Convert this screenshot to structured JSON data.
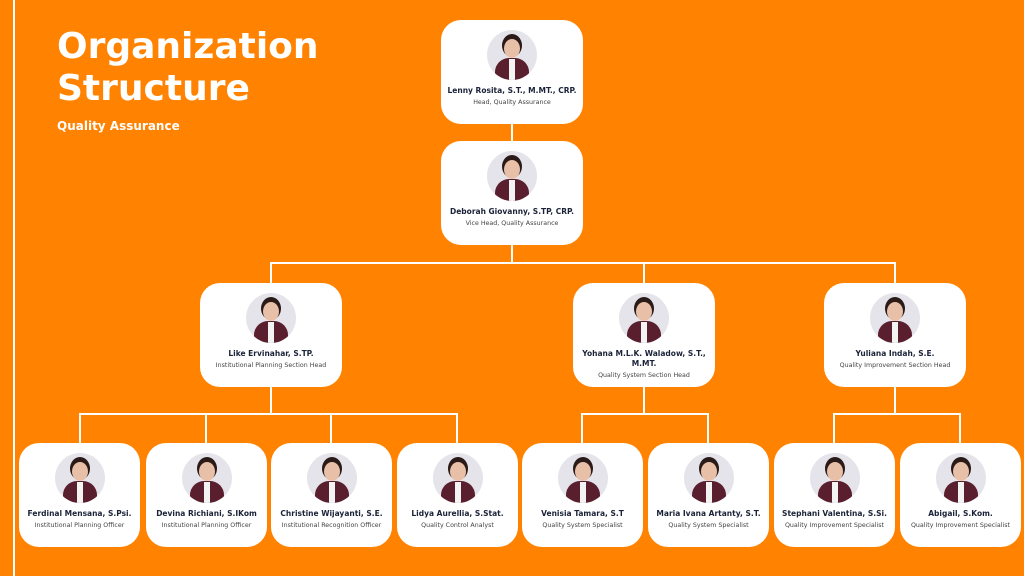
{
  "header": {
    "title_line1": "Organization",
    "title_line2": "Structure",
    "subtitle": "Quality Assurance"
  },
  "colors": {
    "background": "#ff8200",
    "card": "#ffffff",
    "name_text": "#1a2238"
  },
  "head": {
    "name": "Lenny Rosita, S.T., M.MT., CRP.",
    "role": "Head, Quality Assurance"
  },
  "vice": {
    "name": "Deborah Giovanny, S.TP, CRP.",
    "role": "Vice Head, Quality Assurance"
  },
  "section_heads": [
    {
      "name": "Like Ervinahar, S.TP.",
      "role": "Institutional Planning Section Head"
    },
    {
      "name": "Yohana M.L.K. Waladow, S.T., M.MT.",
      "role": "Quality System Section Head"
    },
    {
      "name": "Yuliana Indah, S.E.",
      "role": "Quality Improvement Section Head"
    }
  ],
  "staff": [
    {
      "name": "Ferdinal Mensana, S.Psi.",
      "role": "Institutional Planning Officer"
    },
    {
      "name": "Devina Richiani, S.IKom",
      "role": "Institutional Planning Officer"
    },
    {
      "name": "Christine Wijayanti, S.E.",
      "role": "Institutional Recognition Officer"
    },
    {
      "name": "Lidya Aurellia, S.Stat.",
      "role": "Quality Control Analyst"
    },
    {
      "name": "Venisia Tamara, S.T",
      "role": "Quality System Specialist"
    },
    {
      "name": "Maria Ivana Artanty, S.T.",
      "role": "Quality System Specialist"
    },
    {
      "name": "Stephani Valentina, S.Si.",
      "role": "Quality Improvement Specialist"
    },
    {
      "name": "Abigail, S.Kom.",
      "role": "Quality Improvement Specialist"
    }
  ]
}
